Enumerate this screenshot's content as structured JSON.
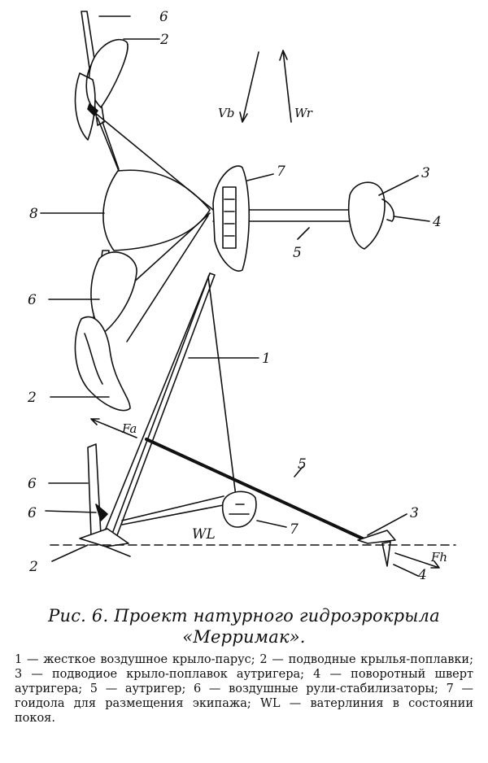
{
  "diagram": {
    "labels": {
      "l6_top": "6",
      "l2_top": "2",
      "vb": "Vb",
      "wr": "Wr",
      "l8": "8",
      "l7_top": "7",
      "l3_top": "3",
      "l4_top": "4",
      "l5_top": "5",
      "l6_mid": "6",
      "l1": "1",
      "l2_mid": "2",
      "fa": "Fa",
      "l5_bot": "5",
      "l6_bot1": "6",
      "l6_bot2": "6",
      "l3_bot": "3",
      "wl": "WL",
      "l7_bot": "7",
      "fh": "Fh",
      "l2_bot": "2",
      "l4_bot": "4"
    }
  },
  "caption": {
    "title": "Рис. 6. Проект натурного гидроэрокрыла «Мерримак».",
    "legend": "1 — жесткое воздушное крыло-парус; 2 — подводные крылья-поплавки; 3 — подводиое крыло-поплавок аутригера; 4 — поворотный шверт аутригера; 5 — аутригер; 6 — воздушные рули-стабилизаторы; 7 — гоидола для размещения экипажа; WL — ватерлиния в состоянии покоя."
  }
}
